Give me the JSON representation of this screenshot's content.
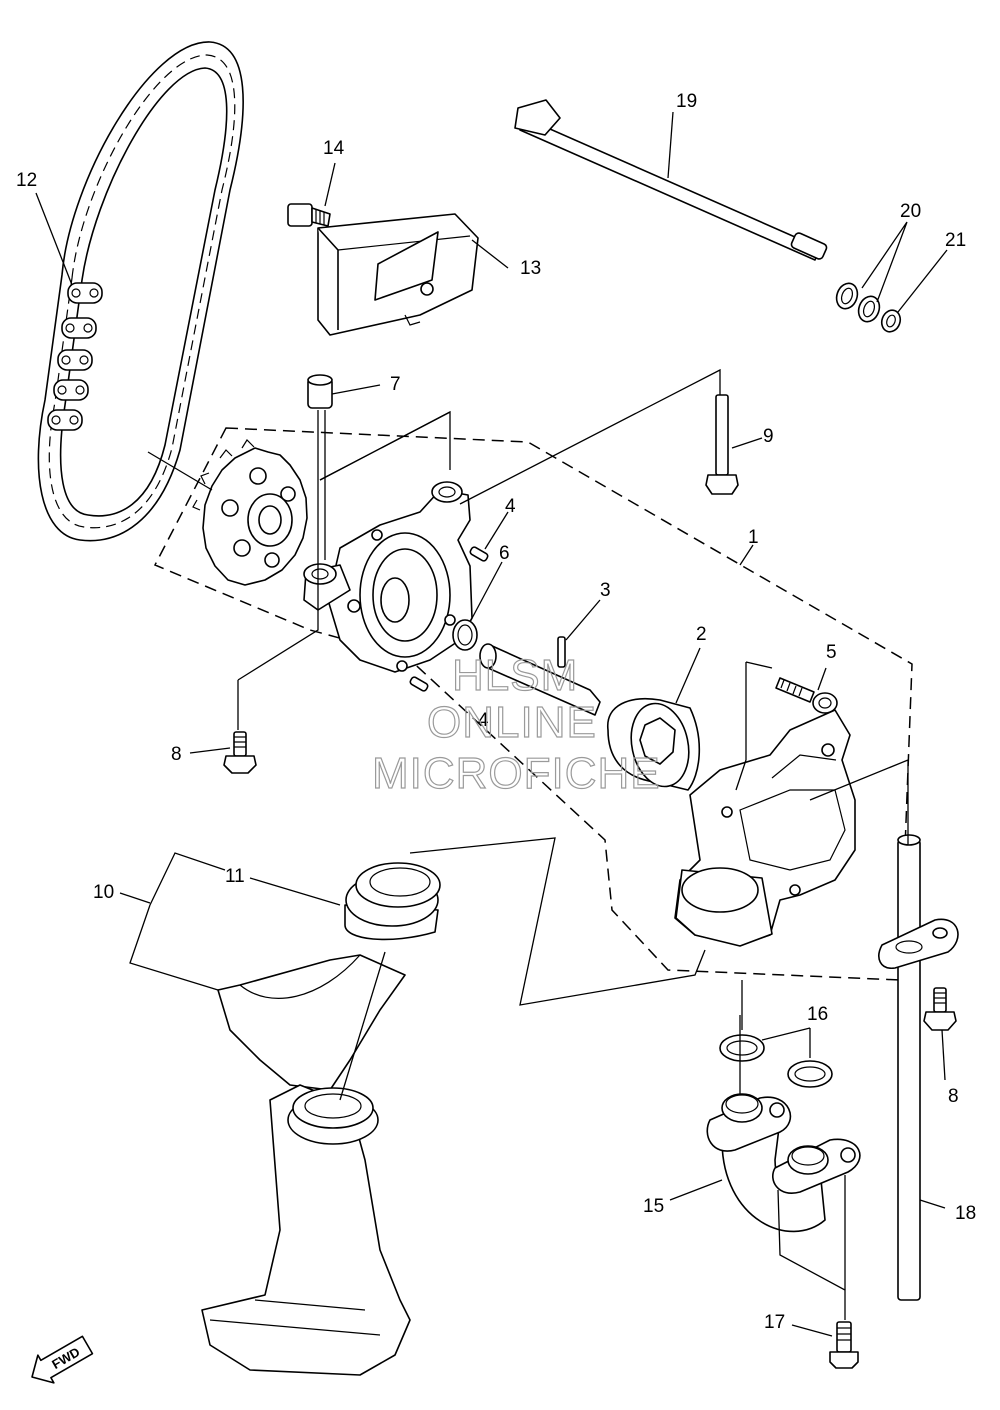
{
  "callouts": {
    "c1": "1",
    "c2": "2",
    "c3": "3",
    "c4a": "4",
    "c4b": "4",
    "c5": "5",
    "c6": "6",
    "c7": "7",
    "c8a": "8",
    "c8b": "8",
    "c9": "9",
    "c10": "10",
    "c11": "11",
    "c12": "12",
    "c13": "13",
    "c14": "14",
    "c15": "15",
    "c16": "16",
    "c17": "17",
    "c18": "18",
    "c19": "19",
    "c20": "20",
    "c21": "21"
  },
  "watermark": {
    "line1": "HLSM",
    "line2": "ONLINE",
    "line3": "MICROFICHE"
  },
  "fwd_badge": "FWD"
}
